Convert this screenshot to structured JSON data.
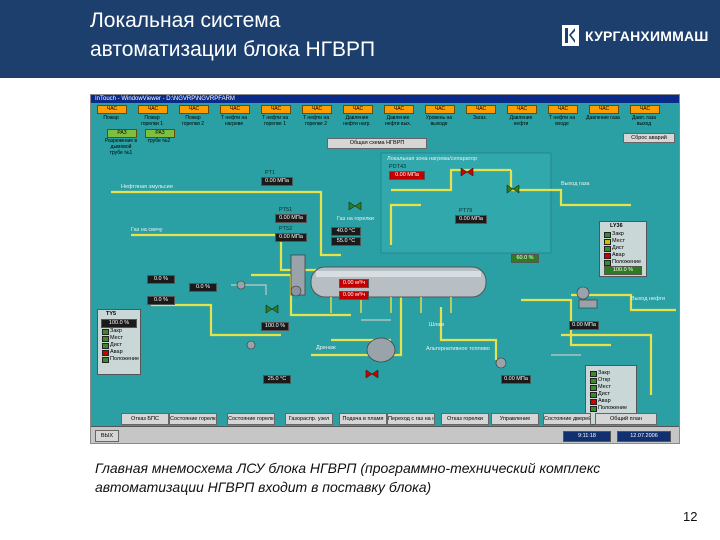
{
  "slide": {
    "title_line1": "Локальная система",
    "title_line2": "автоматизации блока НГВРП",
    "logo_text": "КУРГАНХИММАШ",
    "caption": "Главная мнемосхема ЛСУ блока НГВРП (программно-технический комплекс автоматизации НГВРП входит в поставку блока)",
    "page_number": "12"
  },
  "scada": {
    "window_title": "InTouch - WindowViewer - D:\\NGVRP\\NGVRPFARM",
    "alarm_tiles": [
      "ЧАС",
      "ЧАС",
      "ЧАС",
      "ЧАС",
      "ЧАС",
      "ЧАС",
      "ЧАС",
      "ЧАС",
      "ЧАС",
      "ЧАС",
      "ЧАС",
      "ЧАС",
      "ЧАС",
      "ЧАС"
    ],
    "alarm_texts": [
      "Пожар",
      "Пожар горелки 1",
      "Пожар горелки 2",
      "Т нефти на нагреве",
      "Т нефти на горелке 1",
      "Т нефти на горелке 2",
      "Давление нефти нагр.",
      "Давление нефти вых.",
      "Уровень на выходе",
      "Загаз.",
      "Давление нефти",
      "Т нефти на входе",
      "Давление газа",
      "Давл. газа выход"
    ],
    "row2_tiles": [
      "РАЗ",
      "РАЗ"
    ],
    "row2_texts": [
      "Разрежение в дымовой трубе №1",
      "трубе №2"
    ],
    "reset_button": "Сброс аварий",
    "overview_button": "Общая схема НГВРП",
    "labels": {
      "oil_in": "Нефтяная эмульсия",
      "gas_in": "Газ на свечу",
      "gas_out": "Выход газа",
      "oil_out": "Выход нефти",
      "drain": "Дренаж",
      "sludge": "Шлам",
      "alt_fuel": "Альтернативное топливо",
      "fuel_gas": "Газ на горелки",
      "heater_label": "Локальная зона нагрева/сепаратор"
    },
    "values": {
      "PT1": "0.00 МПа",
      "PT51": "0.00 МПа",
      "PT52": "0.00 МПа",
      "PDT43": "0.00 МПа",
      "PT79": "0.00 МПа",
      "LY24": "60.0 %",
      "TT1": "40.0 °С",
      "TT2": "55.0 °С",
      "FT1": "0.00 м³/ч",
      "FT2": "0.00 м³/ч",
      "LT1": "100.0 %",
      "CY1": "0.0 %",
      "CY2": "0.0 %",
      "CY3": "0.0 %",
      "TY1": "100.0 %",
      "TY2": "25.0 °С",
      "LY36": "100.0 %",
      "PT44": "0.00 МПа",
      "PT45": "0.00 МПа"
    },
    "local_status": {
      "items": [
        "Закр",
        "Мест",
        "Дист",
        "Авар",
        "Положение"
      ]
    },
    "bottom_buttons": [
      "Отказ БПС",
      "Состояние горелки 1",
      "Состояние горелки 2",
      "Газораспр. узел",
      "Подача в пламя",
      "Переход с газ на нефть",
      "Отказ горелки",
      "Управление",
      "Состояние дверей",
      "Общий план"
    ],
    "bottom_status": {
      "login": "ВЫХ",
      "time": "9:11:18",
      "date": "12.07.2006"
    },
    "sidebar_status": {
      "close": "Закр",
      "open": "Откр",
      "local": "Мест",
      "remote": "Дист",
      "alarm": "Авар",
      "position": "Положение"
    }
  },
  "colors": {
    "header_bg": "#1c3f6e",
    "scada_bg": "#2aa0a4",
    "pipe_yellow": "#e8e24a",
    "vessel": "#b8bfc4"
  }
}
